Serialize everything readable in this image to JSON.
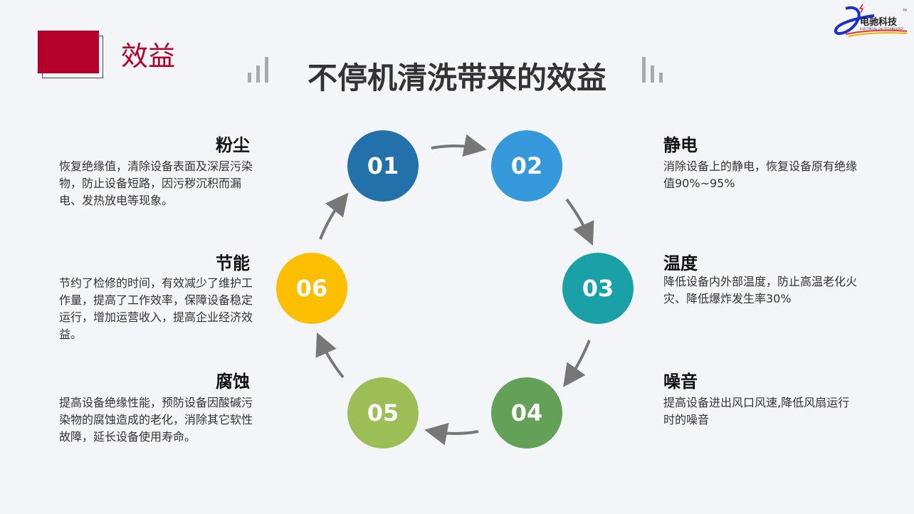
{
  "header": {
    "section": "效益",
    "title": "不停机清洗带来的效益"
  },
  "logo": {
    "name": "电驰科技",
    "sub": "ELECTRICAL CHI TECHNOLOGY",
    "tm": "TM"
  },
  "steps": [
    {
      "num": "01",
      "title": "粉尘",
      "desc": "恢复绝缘值，清除设备表面及深层污染物，防止设备短路，因污秽沉积而漏电、发热放电等现象。",
      "color": "#2371aa"
    },
    {
      "num": "02",
      "title": "静电",
      "desc": "消除设备上的静电，恢复设备原有绝缘值90%~95%",
      "color": "#3598db"
    },
    {
      "num": "03",
      "title": "温度",
      "desc": "降低设备内外部温度，防止高温老化火灾、降低爆炸发生率30%",
      "color": "#1aa1a8"
    },
    {
      "num": "04",
      "title": "噪音",
      "desc": "提高设备进出风口风速,降低风扇运行时的噪音",
      "color": "#62a157"
    },
    {
      "num": "05",
      "title": "腐蚀",
      "desc": "提高设备绝缘性能，预防设备因酸碱污染物的腐蚀造成的老化，消除其它软性故障，延长设备使用寿命。",
      "color": "#9dbe57"
    },
    {
      "num": "06",
      "title": "节能",
      "desc": "节约了检修的时间，有效减少了维护工作量，提高了工作效率，保障设备稳定运行，增加运营收入，提高企业经济效益。",
      "color": "#fcbf00"
    }
  ]
}
